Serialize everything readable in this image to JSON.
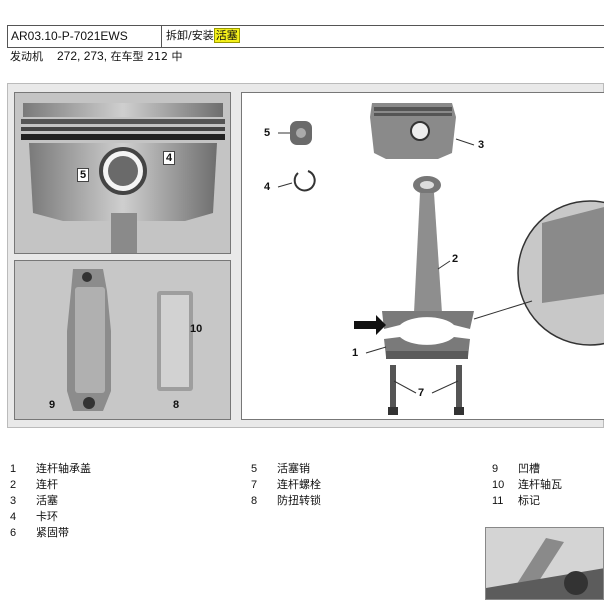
{
  "header": {
    "code": "AR03.10-P-7021EWS",
    "title_prefix": "拆卸/安装",
    "title_highlight": "活塞"
  },
  "subtitle": {
    "prefix": "发动机",
    "numbers": "272, 273,",
    "suffix": "在车型 212 中"
  },
  "figure": {
    "callouts": {
      "c1": "1",
      "c2": "2",
      "c3": "3",
      "c4": "4",
      "c5": "5",
      "c7": "7",
      "c8": "8",
      "c9": "9",
      "c10": "10",
      "p4": "4",
      "p5": "5"
    }
  },
  "legend": [
    [
      {
        "num": "1",
        "text": "连杆轴承盖"
      },
      {
        "num": "2",
        "text": "连杆"
      },
      {
        "num": "3",
        "text": "活塞"
      },
      {
        "num": "4",
        "text": "卡环"
      },
      {
        "num": "6",
        "text": "紧固带"
      }
    ],
    [
      {
        "num": "5",
        "text": "活塞销"
      },
      {
        "num": "7",
        "text": "连杆螺栓"
      },
      {
        "num": "8",
        "text": "防扭转锁"
      }
    ],
    [
      {
        "num": "9",
        "text": "凹槽"
      },
      {
        "num": "10",
        "text": "连杆轴瓦"
      },
      {
        "num": "11",
        "text": "标记"
      }
    ]
  ]
}
